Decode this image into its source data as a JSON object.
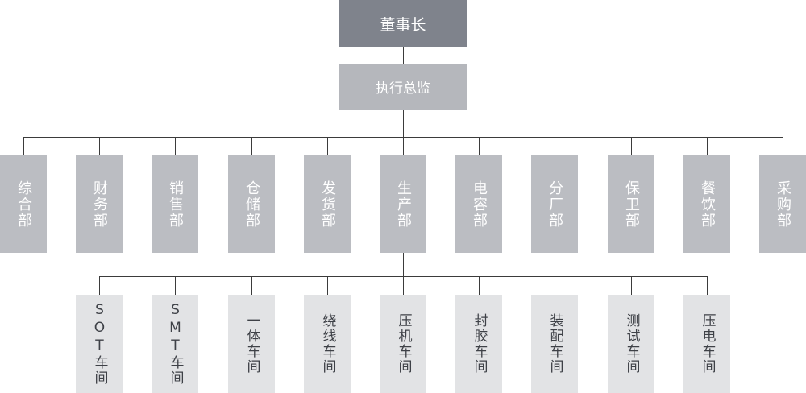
{
  "chart": {
    "chairman": "董事长",
    "director": "执行总监",
    "departments": [
      "综合部",
      "财务部",
      "销售部",
      "仓储部",
      "发货部",
      "生产部",
      "电容部",
      "分厂部",
      "保卫部",
      "餐饮部",
      "采购部"
    ],
    "workshops": [
      "SOT车间",
      "SMT车间",
      "一体车间",
      "绕线车间",
      "压机车间",
      "封胶车间",
      "装配车间",
      "测试车间",
      "压电车间"
    ]
  },
  "colors": {
    "chairman_bg": "#7f838c",
    "director_bg": "#b5b7bc",
    "department_bg": "#bbbdc2",
    "workshop_bg": "#e2e3e5",
    "connector": "#3b3b3b"
  }
}
